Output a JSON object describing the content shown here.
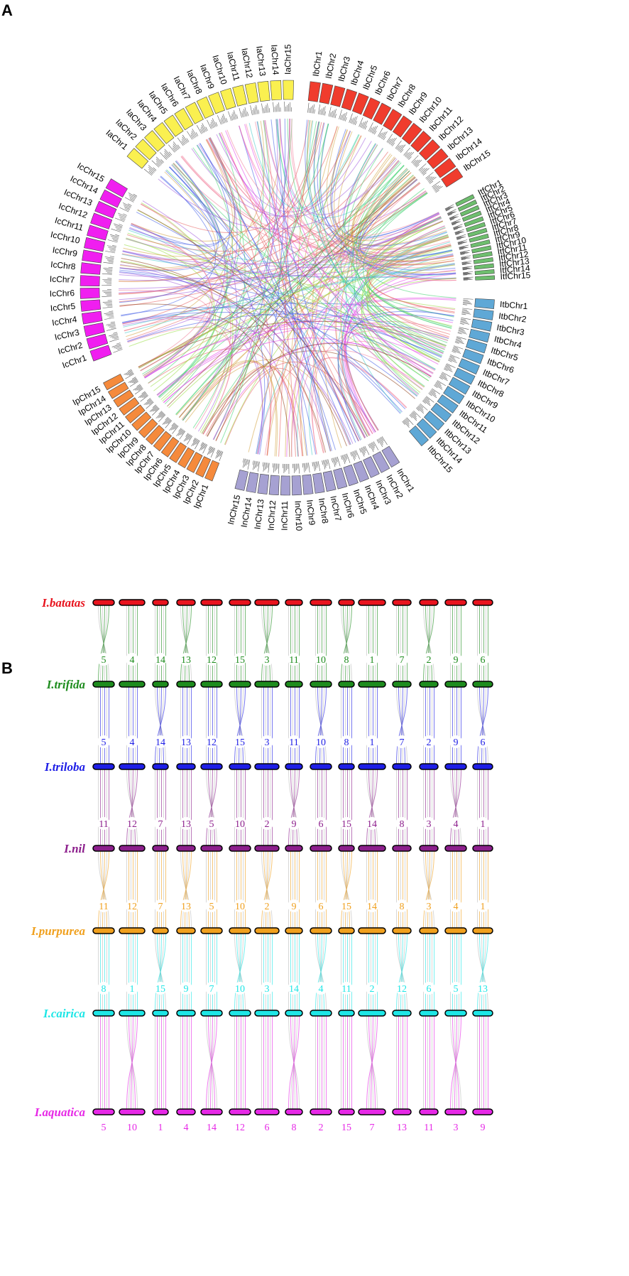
{
  "panels": {
    "a": "A",
    "b": "B"
  },
  "circos": {
    "genomes": [
      {
        "prefix": "IbChr",
        "color": "#f03c2d",
        "chrs": [
          "IbChr1",
          "IbChr2",
          "IbChr3",
          "IbChr4",
          "IbChr5",
          "IbChr6",
          "IbChr7",
          "IbChr8",
          "IbChr9",
          "IbChr10",
          "IbChr11",
          "IbChr12",
          "IbChr13",
          "IbChr14",
          "IbChr15"
        ]
      },
      {
        "prefix": "ItfChr",
        "color": "#6ebe6e",
        "chrs": [
          "ItfChr1",
          "ItfChr2",
          "ItfChr3",
          "ItfChr4",
          "ItfChr5",
          "ItfChr6",
          "ItfChr7",
          "ItfChr8",
          "ItfChr9",
          "ItfChr10",
          "ItfChr11",
          "ItfChr12",
          "ItfChr13",
          "ItfChr14",
          "ItfChr15"
        ]
      },
      {
        "prefix": "ItbChr",
        "color": "#5fa8d6",
        "chrs": [
          "ItbChr1",
          "ItbChr2",
          "ItbChr3",
          "ItbChr4",
          "ItbChr5",
          "ItbChr6",
          "ItbChr7",
          "ItbChr8",
          "ItbChr9",
          "ItbChr10",
          "ItbChr11",
          "ItbChr12",
          "ItbChr13",
          "ItbChr14",
          "ItbChr15"
        ]
      },
      {
        "prefix": "InChr",
        "color": "#a6a1d2",
        "chrs": [
          "InChr1",
          "InChr2",
          "InChr3",
          "InChr4",
          "InChr5",
          "InChr6",
          "InChr7",
          "InChr8",
          "InChr9",
          "InChr10",
          "InChr11",
          "InChr12",
          "InChr13",
          "InChr14",
          "InChr15"
        ]
      },
      {
        "prefix": "IpChr",
        "color": "#f58a3c",
        "chrs": [
          "IpChr1",
          "IpChr2",
          "IpChr3",
          "IpChr4",
          "IpChr5",
          "IpChr6",
          "IpChr7",
          "IpChr8",
          "IpChr9",
          "IpChr10",
          "IpChr11",
          "IpChr12",
          "IpChr13",
          "IpChr14",
          "IpChr15"
        ]
      },
      {
        "prefix": "IcChr",
        "color": "#f01ef0",
        "chrs": [
          "IcChr1",
          "IcChr2",
          "IcChr3",
          "IcChr4",
          "IcChr5",
          "IcChr6",
          "IcChr7",
          "IcChr8",
          "IcChr9",
          "IcChr10",
          "IcChr11",
          "IcChr12",
          "IcChr13",
          "IcChr14",
          "IcChr15"
        ]
      },
      {
        "prefix": "IaChr",
        "color": "#faf050",
        "chrs": [
          "IaChr1",
          "IaChr2",
          "IaChr3",
          "IaChr4",
          "IaChr5",
          "IaChr6",
          "IaChr7",
          "IaChr8",
          "IaChr9",
          "IaChr10",
          "IaChr11",
          "IaChr12",
          "IaChr13",
          "IaChr14",
          "IaChr15"
        ]
      }
    ],
    "tick_values": [
      "0",
      "20",
      "40"
    ],
    "link_colors": [
      "#e23ce6",
      "#3c5ae6",
      "#3cd26e",
      "#d2a03c",
      "#8c3c14",
      "#e65a5a",
      "#3cc8c8",
      "#96dc3c",
      "#a05adc",
      "#f07896"
    ]
  },
  "synteny": {
    "species": [
      {
        "name": "I.batatas",
        "color": "#e8141e",
        "numbers": []
      },
      {
        "name": "I.trifida",
        "color": "#1e8c1e",
        "numbers": [
          "5",
          "4",
          "14",
          "13",
          "12",
          "15",
          "3",
          "11",
          "10",
          "8",
          "1",
          "7",
          "2",
          "9",
          "6"
        ]
      },
      {
        "name": "I.triloba",
        "color": "#1e1ee6",
        "numbers": [
          "5",
          "4",
          "14",
          "13",
          "12",
          "15",
          "3",
          "11",
          "10",
          "8",
          "1",
          "7",
          "2",
          "9",
          "6"
        ]
      },
      {
        "name": "I.nil",
        "color": "#8c1e8c",
        "numbers": [
          "11",
          "12",
          "7",
          "13",
          "5",
          "10",
          "2",
          "9",
          "6",
          "15",
          "14",
          "8",
          "3",
          "4",
          "1"
        ]
      },
      {
        "name": "I.purpurea",
        "color": "#f0a01e",
        "numbers": [
          "11",
          "12",
          "7",
          "13",
          "5",
          "10",
          "2",
          "9",
          "6",
          "15",
          "14",
          "8",
          "3",
          "4",
          "1"
        ]
      },
      {
        "name": "I.cairica",
        "color": "#1ee6e6",
        "numbers": [
          "8",
          "1",
          "15",
          "9",
          "7",
          "10",
          "3",
          "14",
          "4",
          "11",
          "2",
          "12",
          "6",
          "5",
          "13"
        ]
      },
      {
        "name": "I.aquatica",
        "color": "#e628e6",
        "numbers": [
          "5",
          "10",
          "1",
          "4",
          "14",
          "12",
          "6",
          "8",
          "2",
          "15",
          "7",
          "13",
          "11",
          "3",
          "9"
        ]
      }
    ]
  }
}
